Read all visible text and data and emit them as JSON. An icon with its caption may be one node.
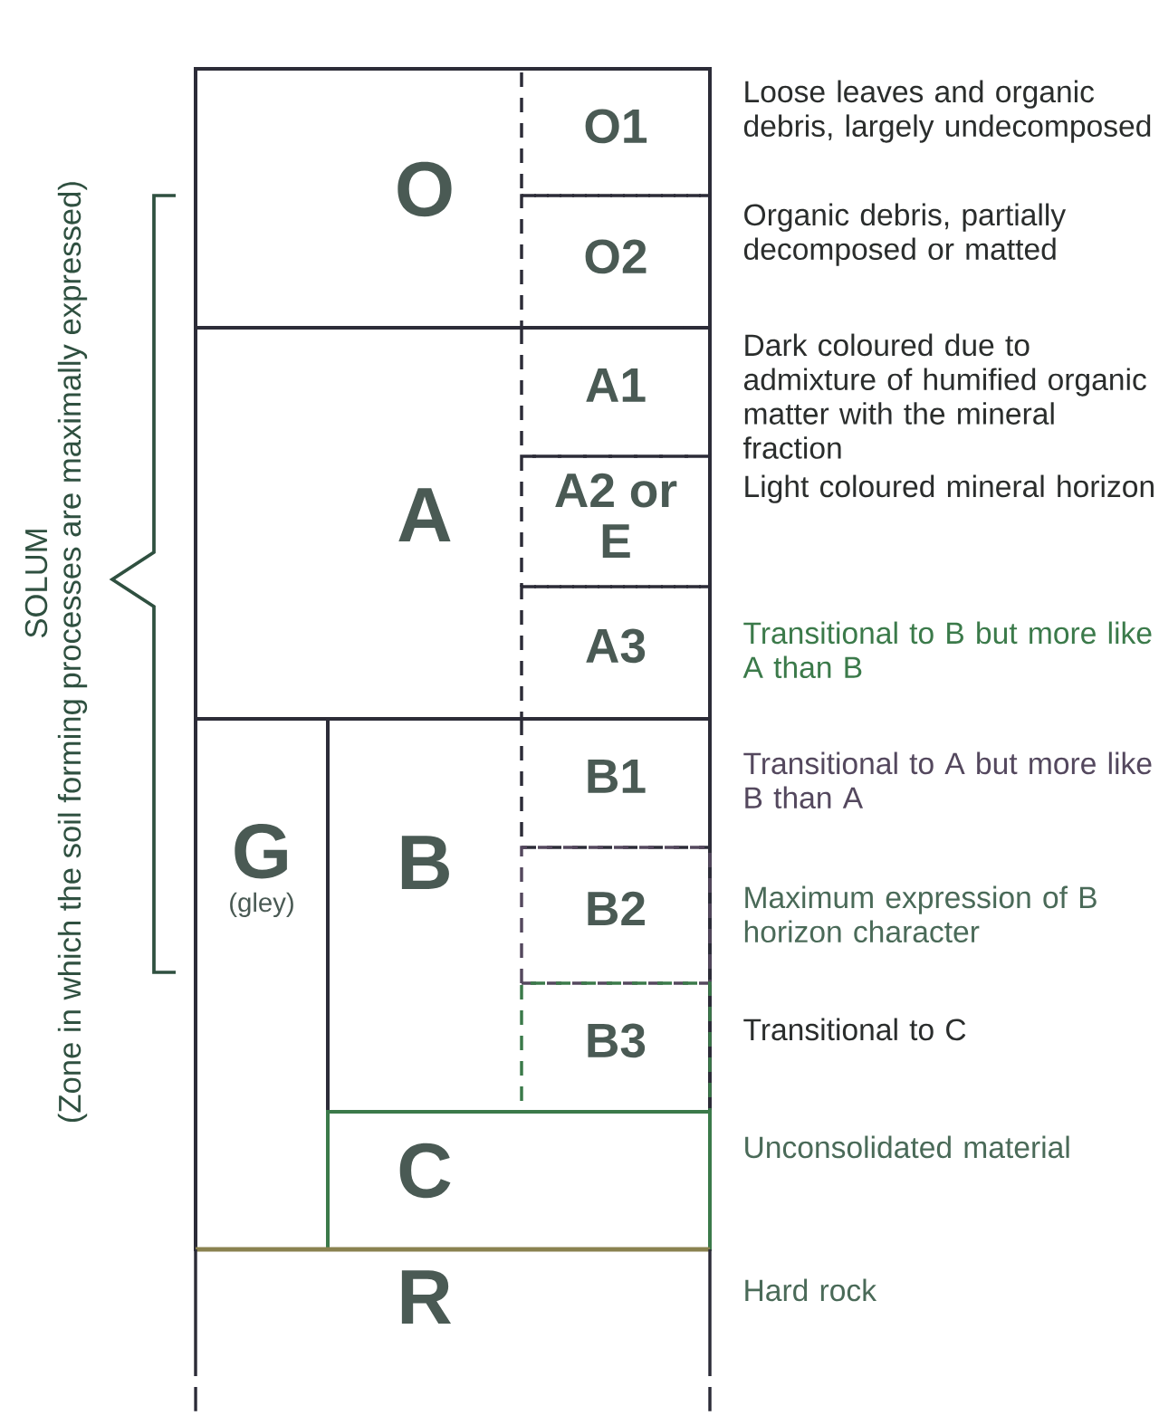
{
  "diagram": {
    "nodes": [
      {
        "text": [
          "O"
        ]
      },
      {
        "text": [
          "O1"
        ],
        "in": 0,
        "beside": [
          "Loose leaves and organic debris, largely undecomposed"
        ]
      },
      {
        "text": [
          "O2"
        ],
        "in": 0,
        "beside": [
          "Organic debris, partially decomposed or matted"
        ]
      },
      {
        "text": [
          "A"
        ]
      },
      {
        "text": [
          "A1"
        ],
        "in": 3,
        "beside": [
          "Dark coloured due to admixture of humified organic matter with the mineral fraction"
        ]
      },
      {
        "text": [
          "A2 or E"
        ],
        "in": 3,
        "beside": [
          "Light coloured mineral horizon"
        ]
      },
      {
        "text": [
          "A3"
        ],
        "in": 3,
        "beside": [
          "Transitional to B but more like A than B"
        ]
      },
      {
        "text": [
          "G",
          "(gley)"
        ]
      },
      {
        "text": [
          "B"
        ]
      },
      {
        "text": [
          "B1"
        ],
        "in": 8,
        "beside": [
          "Transitional to A but more like B than A"
        ]
      },
      {
        "text": [
          "B2"
        ],
        "in": 8,
        "beside": [
          "Maximum expression of B horizon character"
        ]
      },
      {
        "text": [
          "B3"
        ],
        "in": 8,
        "beside": [
          "Transitional to C"
        ]
      },
      {
        "text": [
          "C"
        ],
        "beside": [
          "Unconsolidated material"
        ]
      },
      {
        "text": [
          "R"
        ],
        "beside": [
          "Hard rock"
        ]
      }
    ],
    "labels": [
      "SOLUM",
      "(Zone in which the soil forming processes are maximally expressed)"
    ]
  }
}
